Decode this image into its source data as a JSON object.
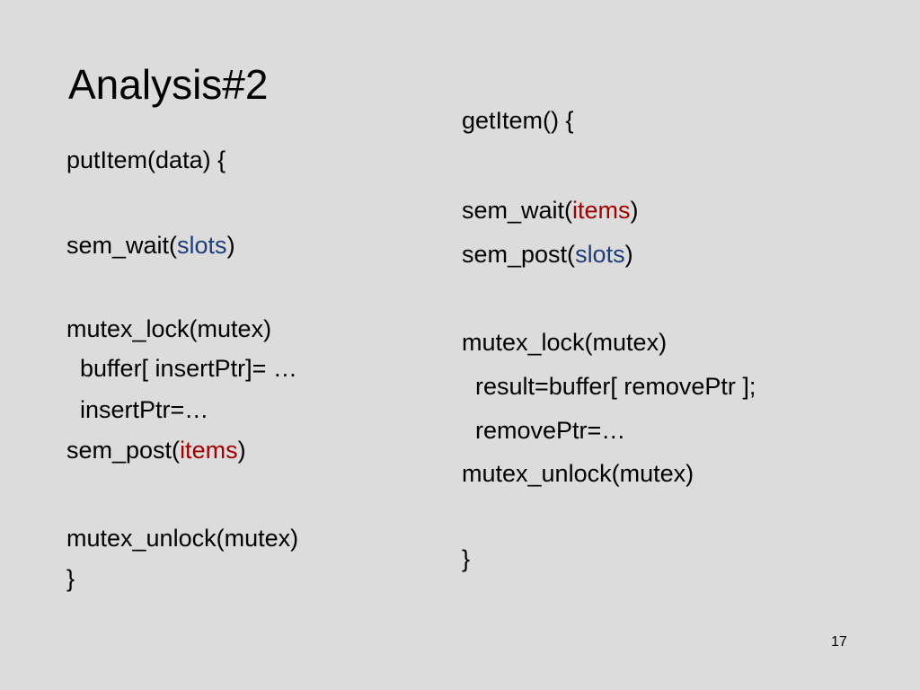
{
  "slide": {
    "title": "Analysis#2",
    "page_number": "17"
  },
  "left": {
    "l1": "putItem(data) {",
    "l2_pre": "sem_wait(",
    "l2_kw": "slots",
    "l2_post": ")",
    "l3": "mutex_lock(mutex)",
    "l4": "  buffer[ insertPtr]= …",
    "l5": "  insertPtr=…",
    "l6_pre": "sem_post(",
    "l6_kw": "items",
    "l6_post": ")",
    "l7": "mutex_unlock(mutex)",
    "l8": "}"
  },
  "right": {
    "l1": "getItem() {",
    "l2_pre": "sem_wait(",
    "l2_kw": "items",
    "l2_post": ")",
    "l3_pre": "sem_post(",
    "l3_kw": "slots",
    "l3_post": ")",
    "l4": "mutex_lock(mutex)",
    "l5": "  result=buffer[ removePtr ];",
    "l6": "  removePtr=…",
    "l7": "mutex_unlock(mutex)",
    "l8": "}"
  },
  "colors": {
    "background": "#dcdcdc",
    "slots": "#1f3d7a",
    "items": "#a00000"
  }
}
